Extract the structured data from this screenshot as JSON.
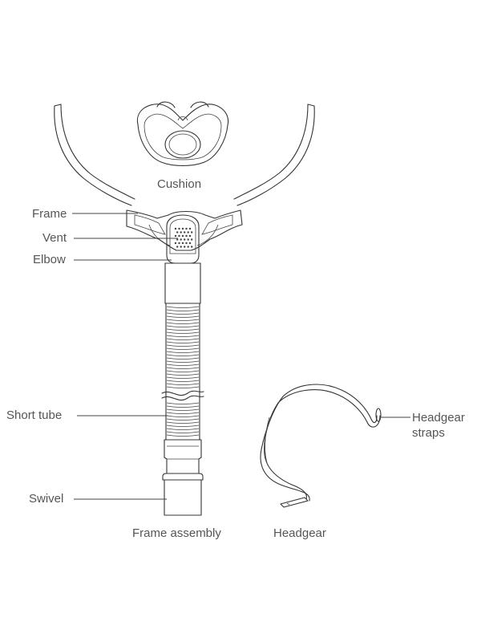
{
  "labels": {
    "cushion": "Cushion",
    "frame": "Frame",
    "vent": "Vent",
    "elbow": "Elbow",
    "short_tube": "Short tube",
    "swivel": "Swivel",
    "headgear_straps_line1": "Headgear",
    "headgear_straps_line2": "straps",
    "frame_assembly": "Frame assembly",
    "headgear": "Headgear"
  },
  "colors": {
    "stroke": "#333333",
    "label_text": "#555555",
    "background": "#ffffff"
  }
}
